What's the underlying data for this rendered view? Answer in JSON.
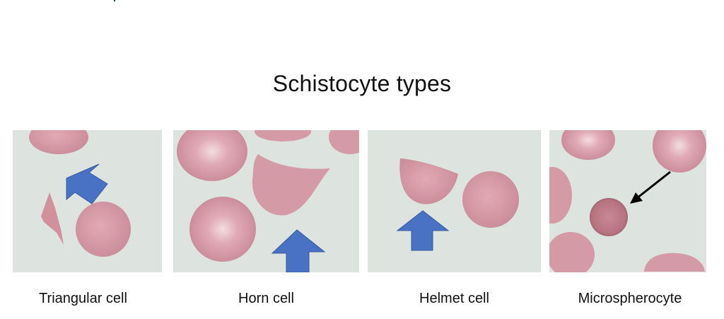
{
  "title": "Schistocyte types",
  "panels": [
    {
      "caption": "Triangular cell"
    },
    {
      "caption": "Horn cell"
    },
    {
      "caption": "Helmet cell"
    },
    {
      "caption": "Microspherocyte"
    }
  ],
  "colors": {
    "background": "#dfe4e1",
    "rbc": "#d79aa5",
    "arrow": "#4a72c4"
  }
}
